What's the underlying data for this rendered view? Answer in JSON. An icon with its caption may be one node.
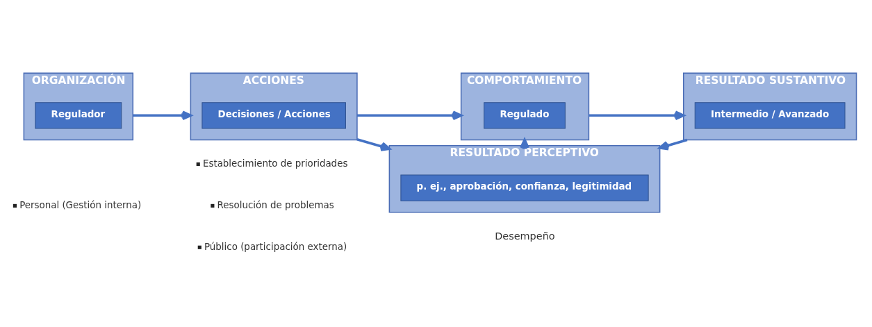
{
  "diagram": {
    "nodes": [
      {
        "text": [
          "ORGANIZACIÓN"
        ]
      },
      {
        "text": [
          "Regulador"
        ],
        "in": 0
      },
      {
        "text": [
          "ACCIONES"
        ]
      },
      {
        "text": [
          "Decisiones / Acciones"
        ],
        "in": 2
      },
      {
        "text": [
          "COMPORTAMIENTO"
        ]
      },
      {
        "text": [
          "Regulado"
        ],
        "in": 4
      },
      {
        "text": [
          "RESULTADO SUSTANTIVO"
        ]
      },
      {
        "text": [
          "Intermedio / Avanzado"
        ],
        "in": 6
      },
      {
        "text": [
          "RESULTADO PERCEPTIVO"
        ]
      },
      {
        "text": [
          "p. ej., aprobación, confianza, legitimidad"
        ],
        "in": 8
      }
    ],
    "edges": [
      {
        "from": 0,
        "to": 2,
        "arrow": "to"
      },
      {
        "from": 2,
        "to": 4,
        "arrow": "to"
      },
      {
        "from": 4,
        "to": 6,
        "arrow": "to"
      },
      {
        "from": 6,
        "to": 8,
        "arrow": "to"
      },
      {
        "from": 8,
        "to": 4,
        "arrow": "to"
      },
      {
        "from": 2,
        "to": 8,
        "arrow": "to"
      }
    ],
    "labels": [
      "Personal (Gestión interna)",
      "Establecimiento de prioridades",
      "Resolución de problemas",
      "Público (participación externa)",
      "Desempeño"
    ]
  }
}
